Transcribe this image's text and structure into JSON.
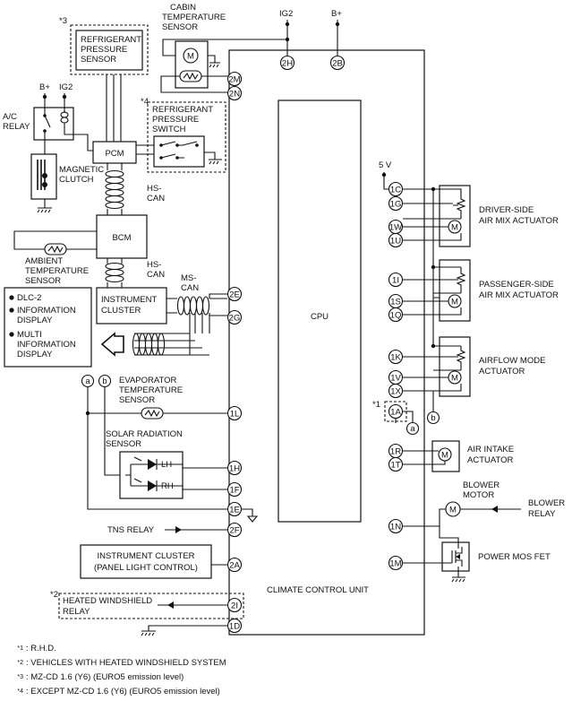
{
  "unit": {
    "name": "CLIMATE CONTROL UNIT",
    "cpu": "CPU"
  },
  "power": {
    "ig2": "IG2",
    "bplus": "B+",
    "v5": "5 V"
  },
  "components": {
    "cabin_sensor": [
      "CABIN",
      "TEMPERATURE",
      "SENSOR"
    ],
    "refrig_pressure_sensor": [
      "REFRIGERANT",
      "PRESSURE",
      "SENSOR"
    ],
    "refrig_pressure_switch": [
      "REFRIGERANT",
      "PRESSURE",
      "SWITCH"
    ],
    "ac_relay": [
      "A/C",
      "RELAY"
    ],
    "magnetic_clutch": [
      "MAGNETIC",
      "CLUTCH"
    ],
    "pcm": "PCM",
    "bcm": "BCM",
    "hs_can": [
      "HS-",
      "CAN"
    ],
    "ms_can": [
      "MS-",
      "CAN"
    ],
    "ambient_sensor": [
      "AMBIENT",
      "TEMPERATURE",
      "SENSOR"
    ],
    "instrument_cluster": [
      "INSTRUMENT",
      "CLUSTER"
    ],
    "display_list": [
      "DLC-2",
      "INFORMATION",
      "DISPLAY",
      "MULTI",
      "INFORMATION",
      "DISPLAY"
    ],
    "evaporator_sensor": [
      "EVAPORATOR",
      "TEMPERATURE",
      "SENSOR"
    ],
    "solar_sensor": [
      "SOLAR RADIATION",
      "SENSOR"
    ],
    "lh": "LH",
    "rh": "RH",
    "tns_relay": "TNS RELAY",
    "instrument_cluster_panel": [
      "INSTRUMENT CLUSTER",
      "(PANEL LIGHT CONTROL)"
    ],
    "heated_ws_relay": [
      "HEATED WINDSHIELD",
      "RELAY"
    ],
    "driver_actuator": [
      "DRIVER-SIDE",
      "AIR MIX ACTUATOR"
    ],
    "passenger_actuator": [
      "PASSENGER-SIDE",
      "AIR MIX ACTUATOR"
    ],
    "airflow_actuator": [
      "AIRFLOW MODE",
      "ACTUATOR"
    ],
    "air_intake_actuator": [
      "AIR INTAKE",
      "ACTUATOR"
    ],
    "blower_motor": [
      "BLOWER",
      "MOTOR"
    ],
    "blower_relay": [
      "BLOWER",
      "RELAY"
    ],
    "power_mos": "POWER MOS FET",
    "connector_a": "a",
    "connector_b": "b"
  },
  "terminals": {
    "t2H": "2H",
    "t2B": "2B",
    "t2M": "2M",
    "t2N": "2N",
    "t2E": "2E",
    "t2G": "2G",
    "t1L": "1L",
    "t1H": "1H",
    "t1F": "1F",
    "t1E": "1E",
    "t2F": "2F",
    "t2A": "2A",
    "t2I": "2I",
    "t1D": "1D",
    "t1C": "1C",
    "t1G": "1G",
    "t1W": "1W",
    "t1U": "1U",
    "t1I": "1I",
    "t1S": "1S",
    "t1Q": "1Q",
    "t1K": "1K",
    "t1V": "1V",
    "t1X": "1X",
    "t1A": "1A",
    "t1R": "1R",
    "t1T": "1T",
    "t1N": "1N",
    "t1M": "1M"
  },
  "marks": {
    "m1": "*1",
    "m2": "*2",
    "m3": "*3",
    "m4": "*4"
  },
  "notes": [
    {
      "mark": "*1",
      "text": ": R.H.D."
    },
    {
      "mark": "*2",
      "text": ": VEHICLES WITH HEATED WINDSHIELD SYSTEM"
    },
    {
      "mark": "*3",
      "text": ": MZ-CD 1.6 (Y6) (EURO5 emission level)"
    },
    {
      "mark": "*4",
      "text": ": EXCEPT MZ-CD 1.6 (Y6) (EURO5 emission level)"
    }
  ]
}
